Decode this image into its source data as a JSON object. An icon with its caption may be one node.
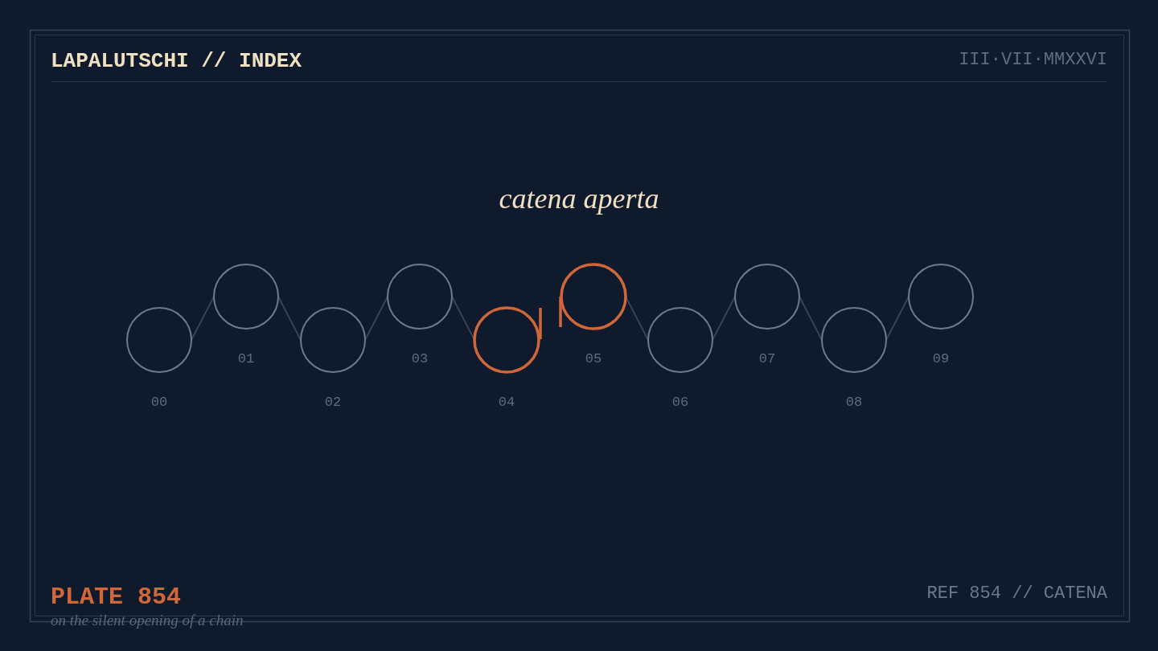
{
  "diagram": {
    "title": "catena aperta",
    "nodes": [
      {
        "text": [],
        "shape": "circle",
        "beside": [
          "00"
        ]
      },
      {
        "text": [],
        "shape": "circle",
        "beside": [
          "01"
        ]
      },
      {
        "text": [],
        "shape": "circle",
        "beside": [
          "02"
        ]
      },
      {
        "text": [],
        "shape": "circle",
        "beside": [
          "03"
        ]
      },
      {
        "text": [],
        "shape": "circle",
        "beside": [
          "04"
        ]
      },
      {
        "text": [],
        "shape": "circle",
        "beside": [
          "05"
        ]
      },
      {
        "text": [],
        "shape": "circle",
        "beside": [
          "06"
        ]
      },
      {
        "text": [],
        "shape": "circle",
        "beside": [
          "07"
        ]
      },
      {
        "text": [],
        "shape": "circle",
        "beside": [
          "08"
        ]
      },
      {
        "text": [],
        "shape": "circle",
        "beside": [
          "09"
        ]
      }
    ],
    "edges": [
      {
        "from": 0,
        "to": 1,
        "arrow": "none"
      },
      {
        "from": 1,
        "to": 2,
        "arrow": "none"
      },
      {
        "from": 2,
        "to": 3,
        "arrow": "none"
      },
      {
        "from": 3,
        "to": 4,
        "arrow": "none"
      },
      {
        "from": 5,
        "to": 6,
        "arrow": "none"
      },
      {
        "from": 6,
        "to": 7,
        "arrow": "none"
      },
      {
        "from": 7,
        "to": 8,
        "arrow": "none"
      },
      {
        "from": 8,
        "to": 9,
        "arrow": "none"
      }
    ],
    "labels": [
      "LAPALUTSCHI // INDEX",
      "III·VII·MMXXVI",
      "PLATE 854",
      "on the silent opening of a chain",
      "REF 854 // CATENA"
    ]
  }
}
